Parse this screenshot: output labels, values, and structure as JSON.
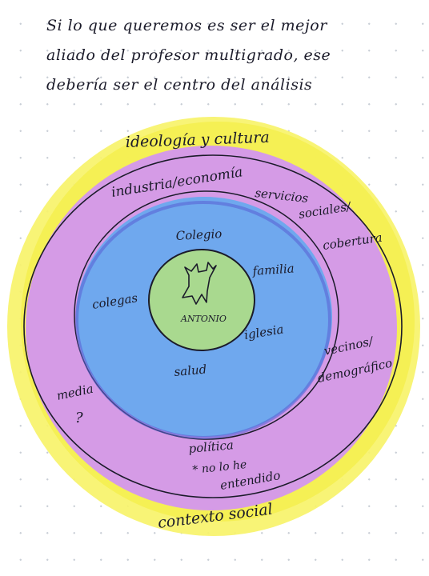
{
  "header": {
    "line1": "Si lo que queremos es ser el mejor",
    "line2": "aliado del profesor multigrado, ese",
    "line3": "debería ser el centro del análisis"
  },
  "rings": {
    "outer": {
      "top_label": "ideología y cultura",
      "bottom_label": "contexto social",
      "color": "#f7f36a"
    },
    "middle": {
      "label_industry": "industria/economía",
      "label_services_1": "servicios",
      "label_services_2": "sociales/",
      "label_coverage": "cobertura",
      "label_media_1": "media",
      "label_media_2": "?",
      "label_neighbors_1": "vecinos/",
      "label_neighbors_2": "demográfico",
      "label_politics_1": "política",
      "label_politics_2": "* no lo he",
      "label_politics_3": "entendido",
      "color": "#d59be6"
    },
    "inner": {
      "label_school": "Colegio",
      "label_family": "familia",
      "label_colleagues": "colegas",
      "label_church": "iglesia",
      "label_health": "salud",
      "color": "#6fa8ee"
    },
    "core": {
      "label_name": "ANTONIO",
      "icon": "person-icon",
      "color": "#a9d98f"
    }
  }
}
